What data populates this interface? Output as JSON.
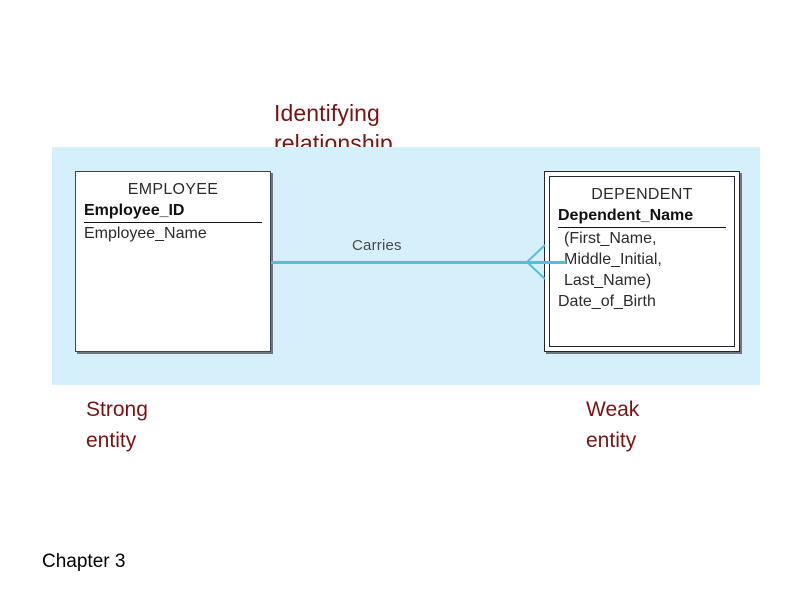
{
  "slide": {
    "footer": "Chapter 3",
    "panel_color": "#D5EFFB",
    "annotation_color": "#7B1315",
    "relationship_line_color": "#4FC1DA"
  },
  "annotations": {
    "identifying_relationship": "Identifying\nrelationship",
    "strong_entity": "Strong\nentity",
    "weak_entity": "Weak\nentity"
  },
  "diagram": {
    "strong_entity": {
      "title": "EMPLOYEE",
      "primary_key": "Employee_ID",
      "attributes": [
        "Employee_Name"
      ]
    },
    "weak_entity": {
      "title": "DEPENDENT",
      "primary_key": "Dependent_Name",
      "attributes": [
        "(First_Name,",
        "Middle_Initial,",
        "Last_Name)",
        "Date_of_Birth"
      ]
    },
    "relationship": {
      "label": "Carries",
      "cardinality_icon": "crows-foot-many"
    }
  }
}
